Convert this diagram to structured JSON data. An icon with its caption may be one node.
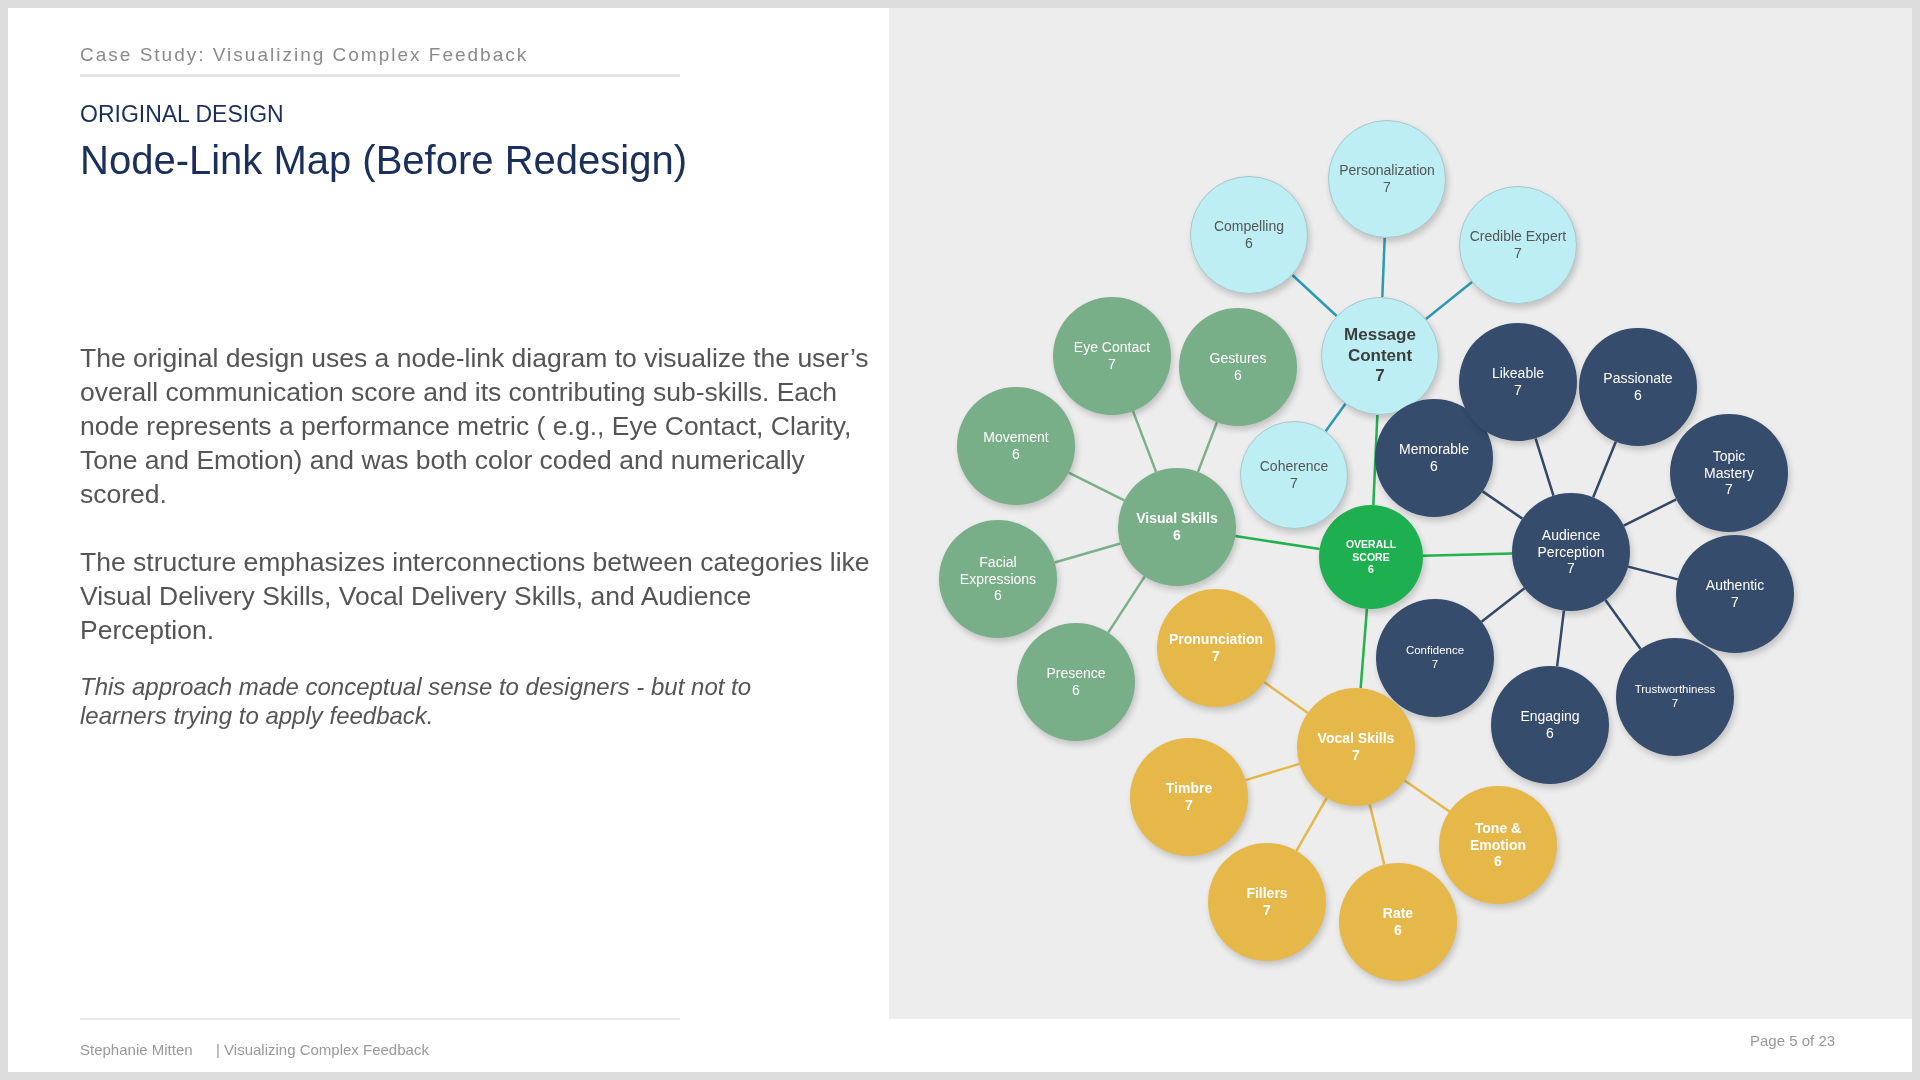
{
  "diagram": {
    "title": "Node-Link Map (Before Redesign)",
    "nodes": [
      {
        "text": [
          "OVERALL SCORE",
          "6"
        ]
      },
      {
        "text": [
          "Message Content",
          "7"
        ]
      },
      {
        "text": [
          "Personalization",
          "7"
        ]
      },
      {
        "text": [
          "Compelling",
          "6"
        ]
      },
      {
        "text": [
          "Credible Expert",
          "7"
        ]
      },
      {
        "text": [
          "Coherence",
          "7"
        ]
      },
      {
        "text": [
          "Visual Skills",
          "6"
        ]
      },
      {
        "text": [
          "Eye Contact",
          "7"
        ]
      },
      {
        "text": [
          "Gestures",
          "6"
        ]
      },
      {
        "text": [
          "Movement",
          "6"
        ]
      },
      {
        "text": [
          "Facial Expressions",
          "6"
        ]
      },
      {
        "text": [
          "Presence",
          "6"
        ]
      },
      {
        "text": [
          "Audience Perception",
          "7"
        ]
      },
      {
        "text": [
          "Memorable",
          "6"
        ]
      },
      {
        "text": [
          "Likeable",
          "7"
        ]
      },
      {
        "text": [
          "Passionate",
          "6"
        ]
      },
      {
        "text": [
          "Topic Mastery",
          "7"
        ]
      },
      {
        "text": [
          "Authentic",
          "7"
        ]
      },
      {
        "text": [
          "Trustworthiness",
          "7"
        ]
      },
      {
        "text": [
          "Engaging",
          "6"
        ]
      },
      {
        "text": [
          "Confidence",
          "7"
        ]
      },
      {
        "text": [
          "Vocal Skills",
          "7"
        ]
      },
      {
        "text": [
          "Pronunciation",
          "7"
        ]
      },
      {
        "text": [
          "Timbre",
          "7"
        ]
      },
      {
        "text": [
          "Fillers",
          "7"
        ]
      },
      {
        "text": [
          "Rate",
          "6"
        ]
      },
      {
        "text": [
          "Tone & Emotion",
          "6"
        ]
      }
    ],
    "edges": [
      {
        "from": 0,
        "to": 1,
        "arrow": "none",
        "color": "#22b14c"
      },
      {
        "from": 0,
        "to": 6,
        "arrow": "none",
        "color": "#22b14c"
      },
      {
        "from": 0,
        "to": 12,
        "arrow": "none",
        "color": "#22b14c"
      },
      {
        "from": 0,
        "to": 21,
        "arrow": "none",
        "color": "#22b14c"
      },
      {
        "from": 1,
        "to": 2,
        "arrow": "none",
        "color": "#2a9bb0"
      },
      {
        "from": 1,
        "to": 3,
        "arrow": "none",
        "color": "#2a9bb0"
      },
      {
        "from": 1,
        "to": 4,
        "arrow": "none",
        "color": "#2a9bb0"
      },
      {
        "from": 1,
        "to": 5,
        "arrow": "none",
        "color": "#2a9bb0"
      },
      {
        "from": 6,
        "to": 7,
        "arrow": "none",
        "color": "#7cb08a"
      },
      {
        "from": 6,
        "to": 8,
        "arrow": "none",
        "color": "#7cb08a"
      },
      {
        "from": 6,
        "to": 9,
        "arrow": "none",
        "color": "#7cb08a"
      },
      {
        "from": 6,
        "to": 10,
        "arrow": "none",
        "color": "#7cb08a"
      },
      {
        "from": 6,
        "to": 11,
        "arrow": "none",
        "color": "#7cb08a"
      },
      {
        "from": 12,
        "to": 13,
        "arrow": "none"
      },
      {
        "from": 12,
        "to": 14,
        "arrow": "none"
      },
      {
        "from": 12,
        "to": 15,
        "arrow": "none"
      },
      {
        "from": 12,
        "to": 16,
        "arrow": "none"
      },
      {
        "from": 12,
        "to": 17,
        "arrow": "none"
      },
      {
        "from": 12,
        "to": 18,
        "arrow": "none"
      },
      {
        "from": 12,
        "to": 19,
        "arrow": "none"
      },
      {
        "from": 12,
        "to": 20,
        "arrow": "none"
      },
      {
        "from": 21,
        "to": 22,
        "arrow": "none",
        "color": "#e5b84a"
      },
      {
        "from": 21,
        "to": 23,
        "arrow": "none",
        "color": "#e5b84a"
      },
      {
        "from": 21,
        "to": 24,
        "arrow": "none",
        "color": "#e5b84a"
      },
      {
        "from": 21,
        "to": 25,
        "arrow": "none",
        "color": "#e5b84a"
      },
      {
        "from": 21,
        "to": 26,
        "arrow": "none",
        "color": "#e5b84a"
      }
    ],
    "labels": [
      "Case Study: Visualizing Complex Feedback",
      "ORIGINAL DESIGN",
      "The original design uses a node-link diagram to visualize the user’s overall communication score and its contributing sub-skills.  Each node represents a performance metric ( e.g., Eye Contact, Clarity, Tone and Emotion) and was both color coded and numerically scored.",
      "The structure emphasizes interconnections between categories like Visual Delivery Skills, Vocal Delivery Skills, and Audience Perception.",
      "This approach made conceptual sense to designers - but not to learners trying to apply feedback.",
      "Stephanie Mitten",
      "| Visualizing Complex Feedback",
      "Page 5 of 23"
    ]
  }
}
